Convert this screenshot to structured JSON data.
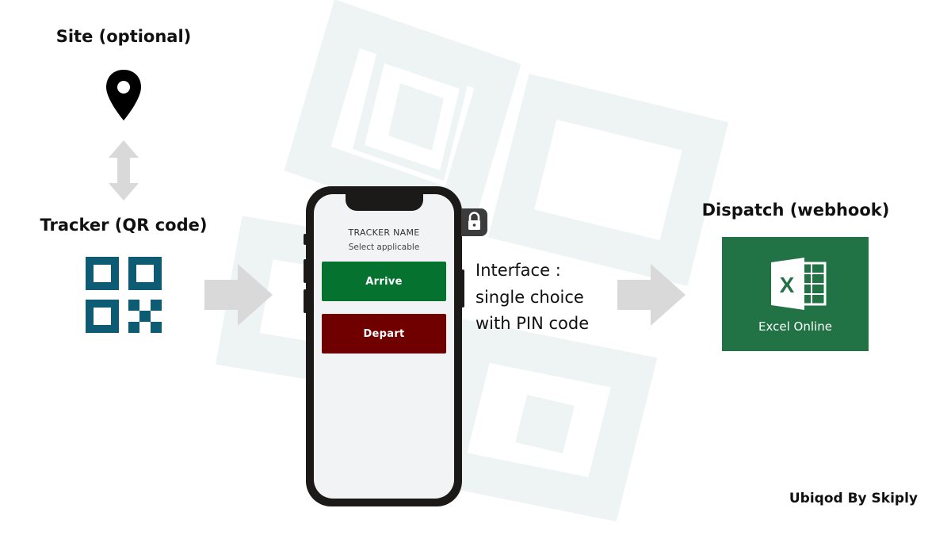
{
  "site": {
    "label": "Site (optional)",
    "icon": "map-pin-icon"
  },
  "tracker": {
    "label": "Tracker (QR code)",
    "icon": "qr-code-icon",
    "color": "#0d5c73"
  },
  "phone": {
    "title": "TRACKER NAME",
    "subtitle": "Select applicable",
    "buttons": [
      {
        "label": "Arrive",
        "color": "#06722f"
      },
      {
        "label": "Depart",
        "color": "#700000"
      }
    ],
    "lock_icon": "lock-icon"
  },
  "interface": {
    "lines": [
      "Interface :",
      "single choice",
      "with PIN code"
    ]
  },
  "dispatch": {
    "label": "Dispatch (webhook)",
    "app_name": "Excel Online",
    "app_icon": "excel-icon",
    "color": "#217346"
  },
  "footer": {
    "brand": "Ubiqod By Skiply"
  },
  "colors": {
    "arrow": "#d9d9d9",
    "background_shape": "#eef4f4"
  }
}
